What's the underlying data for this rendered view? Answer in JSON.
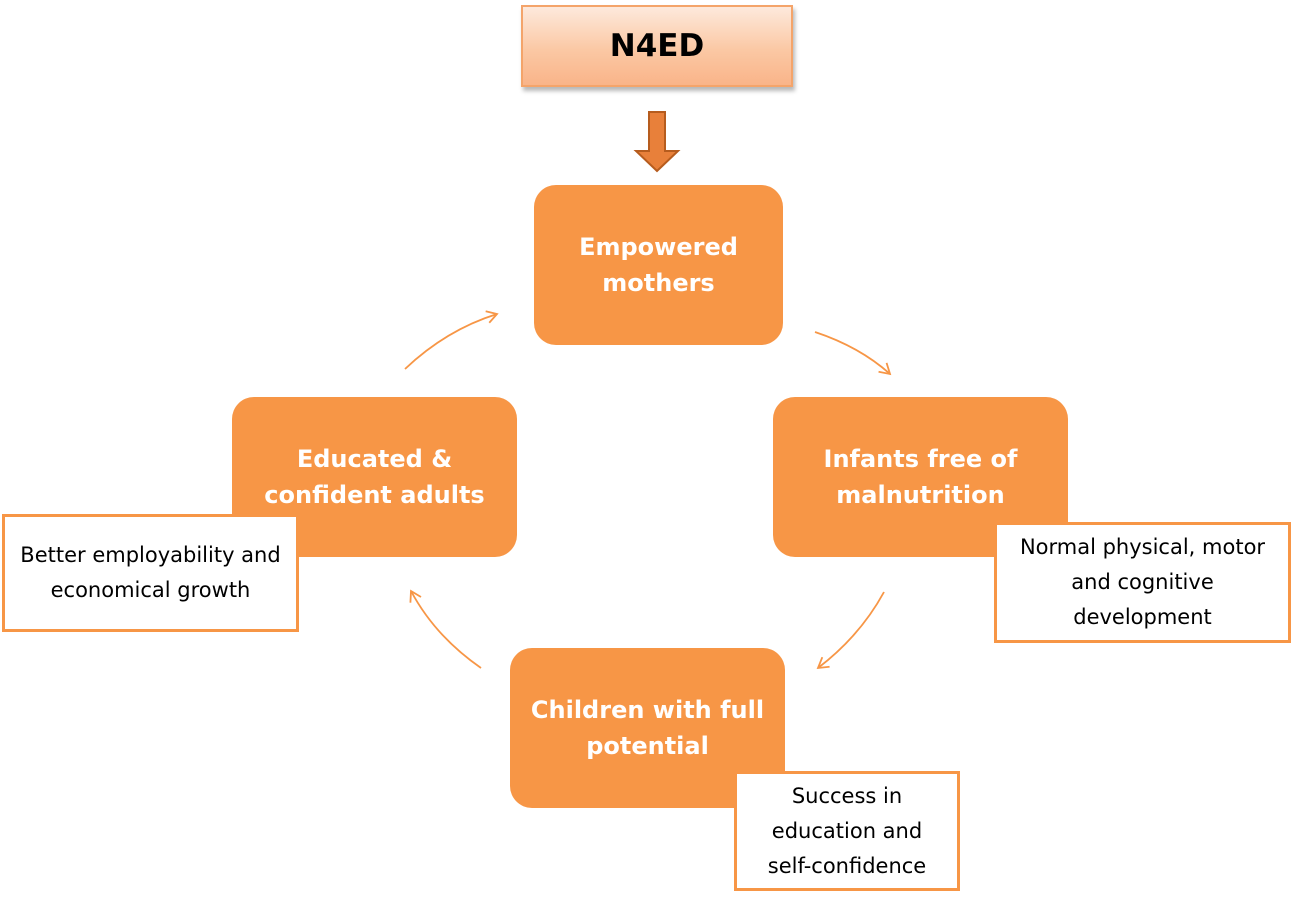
{
  "title": "N4ED",
  "nodes": {
    "mothers": "Empowered mothers",
    "infants": "Infants free of malnutrition",
    "children": "Children with full potential",
    "adults": "Educated & confident adults"
  },
  "notes": {
    "infants": "Normal physical, motor and cognitive development",
    "children": "Success in education and self-confidence",
    "adults": "Better employability and economical growth"
  },
  "colors": {
    "node_fill": "#f79646",
    "note_border": "#f79646",
    "title_border": "#f4a46a",
    "arrow": "#f79646",
    "down_arrow_fill": "#e8803a",
    "down_arrow_stroke": "#b65c1e"
  }
}
